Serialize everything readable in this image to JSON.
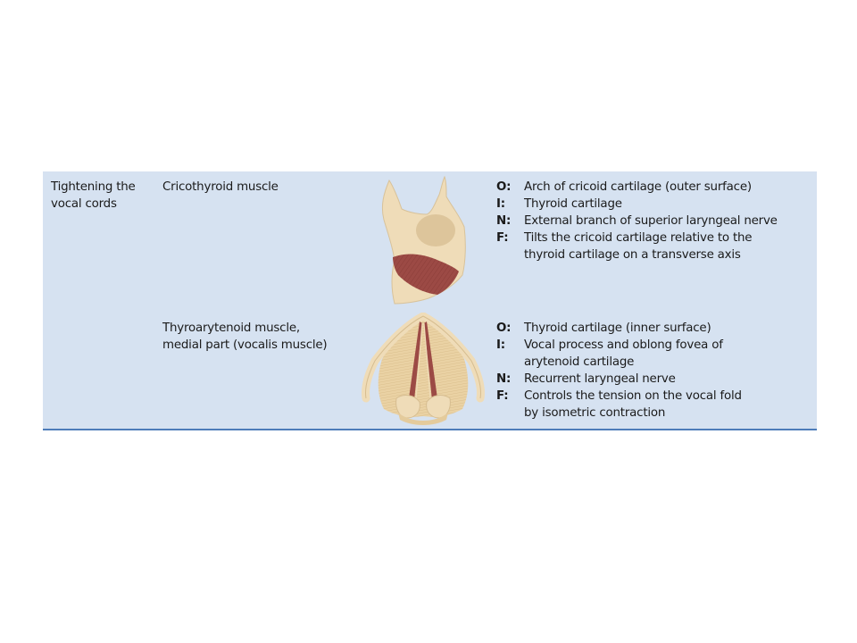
{
  "row": {
    "function": [
      "Tightening the",
      "vocal cords"
    ]
  },
  "muscles": [
    {
      "name": [
        "Cricothyroid muscle"
      ],
      "image": "cricothyroid-illustration",
      "ofni": [
        {
          "key": "O:",
          "lines": [
            "Arch of cricoid cartilage (outer surface)"
          ]
        },
        {
          "key": "I:",
          "lines": [
            "Thyroid cartilage"
          ]
        },
        {
          "key": "N:",
          "lines": [
            "External branch of superior laryngeal nerve"
          ]
        },
        {
          "key": "F:",
          "lines": [
            "Tilts the cricoid cartilage relative to the",
            "thyroid cartilage on a transverse axis"
          ]
        }
      ]
    },
    {
      "name": [
        "Thyroarytenoid muscle,",
        "medial part (vocalis muscle)"
      ],
      "image": "vocalis-illustration",
      "ofni": [
        {
          "key": "O:",
          "lines": [
            "Thyroid cartilage (inner surface)"
          ]
        },
        {
          "key": "I:",
          "lines": [
            "Vocal process and oblong fovea of",
            "arytenoid cartilage"
          ]
        },
        {
          "key": "N:",
          "lines": [
            "Recurrent laryngeal nerve"
          ]
        },
        {
          "key": "F:",
          "lines": [
            "Controls the tension on the vocal fold",
            "by isometric contraction"
          ]
        }
      ]
    }
  ],
  "colors": {
    "panel": "#d6e2f1",
    "rule": "#4d7cb9",
    "cartilage": "#efdcb8",
    "muscle": "#9c4a45"
  }
}
